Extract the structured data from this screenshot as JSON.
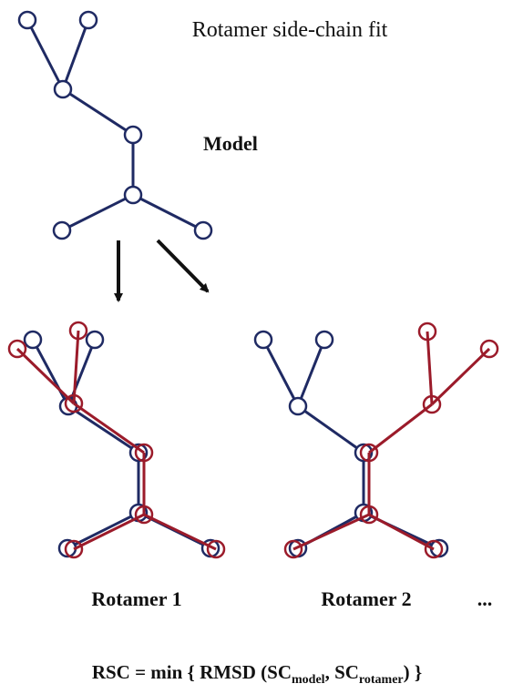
{
  "title": "Rotamer side-chain fit",
  "model_label": "Model",
  "rotamer_labels": [
    "Rotamer  1",
    "Rotamer  2"
  ],
  "ellipsis": "...",
  "formula": {
    "prefix": "RSC = min { RMSD (SC",
    "sub_model": "model",
    "middle": ", SC",
    "sub_rotamer": "rotamer",
    "suffix": ") }"
  },
  "colors": {
    "model": "#1f2a63",
    "rotamer": "#9b1b2a",
    "arrow": "#111111"
  }
}
